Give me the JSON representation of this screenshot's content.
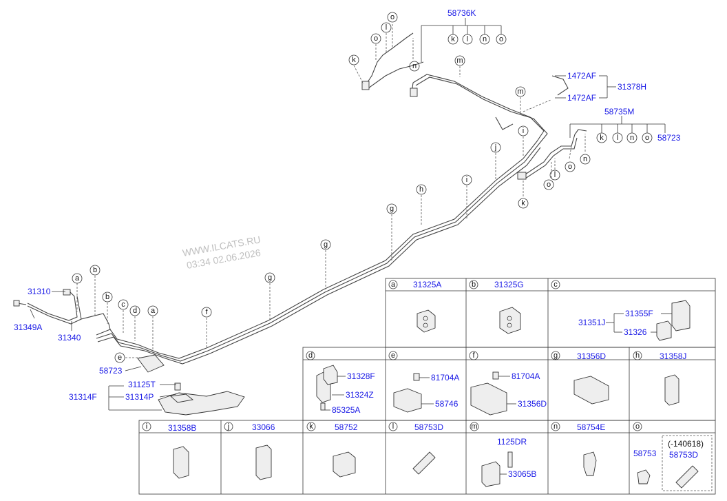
{
  "watermark": {
    "line1": "WWW.ILCATS.RU",
    "line2": "03:34 02.06.2026"
  },
  "callouts": {
    "p31310": "31310",
    "p31349A": "31349A",
    "p31340": "31340",
    "p58723": "58723",
    "p31125T": "31125T",
    "p31314F": "31314F",
    "p31314P": "31314P",
    "p58736K": "58736K",
    "p1472AF_a": "1472AF",
    "p1472AF_b": "1472AF",
    "p31378H": "31378H",
    "p58735M": "58735M",
    "p58723_r": "58723"
  },
  "cells": {
    "a": {
      "letter": "a",
      "part": "31325A"
    },
    "b": {
      "letter": "b",
      "part": "31325G"
    },
    "c": {
      "letter": "c",
      "p1": "31351J",
      "p2": "31355F",
      "p3": "31326"
    },
    "d": {
      "letter": "d",
      "p1": "31328F",
      "p2": "31324Z",
      "p3": "85325A"
    },
    "e": {
      "letter": "e",
      "p1": "81704A",
      "p2": "58746"
    },
    "f": {
      "letter": "f",
      "p1": "81704A",
      "p2": "31356D"
    },
    "g": {
      "letter": "g",
      "part": "31356D"
    },
    "h": {
      "letter": "h",
      "part": "31358J"
    },
    "i": {
      "letter": "i",
      "part": "31358B"
    },
    "j": {
      "letter": "j",
      "part": "33066"
    },
    "k": {
      "letter": "k",
      "part": "58752"
    },
    "l": {
      "letter": "l",
      "part": "58753D"
    },
    "m": {
      "letter": "m",
      "p1": "1125DR",
      "p2": "33065B"
    },
    "n": {
      "letter": "n",
      "part": "58754E"
    },
    "o": {
      "letter": "o",
      "p1": "58753",
      "p2": "(-140618)",
      "p3": "58753D"
    }
  }
}
